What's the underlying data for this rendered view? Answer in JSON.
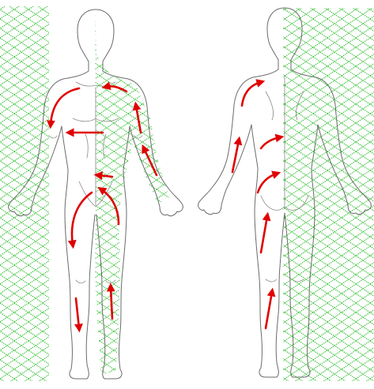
{
  "colors": {
    "background": "#ffffff",
    "lattice": "#2fbf2f",
    "outline": "#6b6b6b",
    "arrow": "#e00000"
  },
  "figures": [
    {
      "view": "anterior",
      "lattice_side": "right-half"
    },
    {
      "view": "posterior",
      "lattice_side": "right-half"
    }
  ],
  "lattice_regions": [
    {
      "name": "front-left-background"
    },
    {
      "name": "front-right-half-body"
    },
    {
      "name": "back-right-half-body-and-background"
    }
  ],
  "arrows_front": [
    {
      "name": "arrow-front-upper-chest-curve"
    },
    {
      "name": "arrow-front-shoulder-to-chest"
    },
    {
      "name": "arrow-front-upper-arm-up"
    },
    {
      "name": "arrow-front-chest-left"
    },
    {
      "name": "arrow-front-forearm-up"
    },
    {
      "name": "arrow-front-abdomen-left"
    },
    {
      "name": "arrow-front-thigh-curve-down"
    },
    {
      "name": "arrow-front-groin-curve-up"
    },
    {
      "name": "arrow-front-shin-down"
    },
    {
      "name": "arrow-front-calf-up"
    }
  ],
  "arrows_back": [
    {
      "name": "arrow-back-shoulder-up"
    },
    {
      "name": "arrow-back-arm-up"
    },
    {
      "name": "arrow-back-back-up"
    },
    {
      "name": "arrow-back-lower-back-up"
    },
    {
      "name": "arrow-back-thigh-up"
    },
    {
      "name": "arrow-back-calf-up"
    }
  ]
}
